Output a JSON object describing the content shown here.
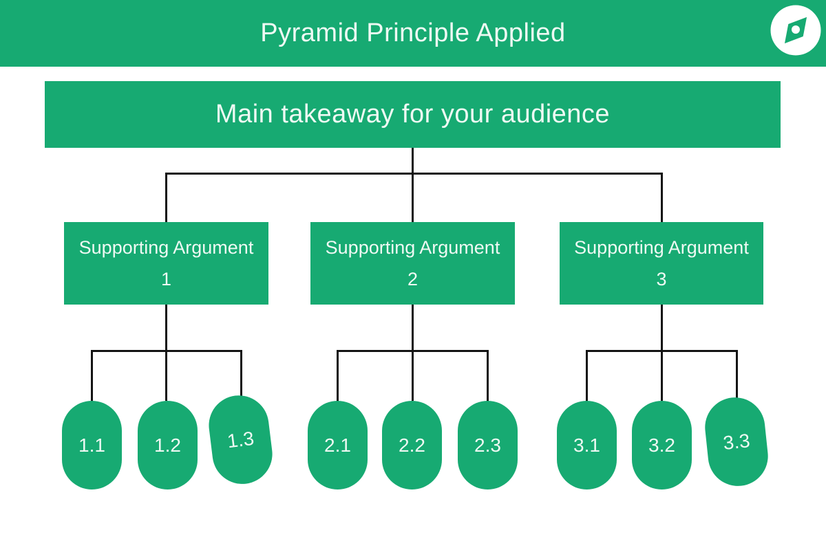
{
  "colors": {
    "green": "#17aa72",
    "line": "#141414",
    "text_light": "#eef9f3",
    "white": "#ffffff"
  },
  "header": {
    "title": "Pyramid Principle Applied",
    "icon": "compass-icon"
  },
  "diagram": {
    "root": {
      "label": "Main takeaway for your audience"
    },
    "branches": [
      {
        "label": "Supporting Argument",
        "number": "1",
        "children": [
          "1.1",
          "1.2",
          "1.3"
        ]
      },
      {
        "label": "Supporting Argument",
        "number": "2",
        "children": [
          "2.1",
          "2.2",
          "2.3"
        ]
      },
      {
        "label": "Supporting Argument",
        "number": "3",
        "children": [
          "3.1",
          "3.2",
          "3.3"
        ]
      }
    ]
  }
}
